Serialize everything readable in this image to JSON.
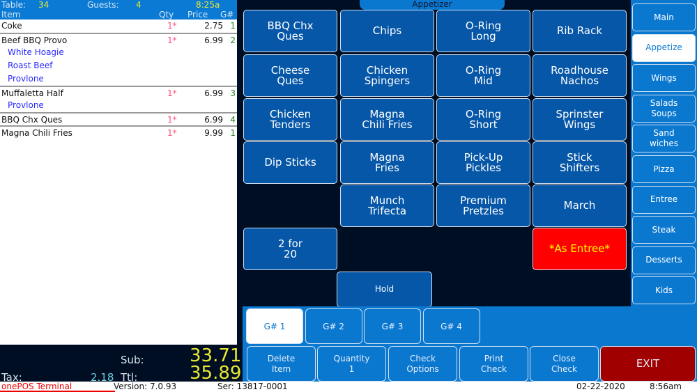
{
  "header": {
    "table_label": "Table:",
    "table": "34",
    "guests_label": "Guests:",
    "guests": "4",
    "time": "8:25a",
    "col_item": "Item",
    "col_qty": "Qty",
    "col_price": "Price",
    "col_g": "G#"
  },
  "items": [
    {
      "name": "Coke",
      "qty": "1*",
      "price": "2.75",
      "g": "1",
      "mods": []
    },
    {
      "name": "Beef BBQ Provo",
      "qty": "1*",
      "price": "6.99",
      "g": "2",
      "mods": [
        "White Hoagie",
        "Roast Beef",
        "Provlone"
      ]
    },
    {
      "name": "Muffaletta Half",
      "qty": "1*",
      "price": "6.99",
      "g": "3",
      "mods": [
        "Provlone"
      ]
    },
    {
      "name": "BBQ Chx Ques",
      "qty": "1*",
      "price": "6.99",
      "g": "4",
      "mods": []
    },
    {
      "name": "Magna Chili Fries",
      "qty": "1*",
      "price": "9.99",
      "g": "1",
      "mods": []
    }
  ],
  "totals": {
    "sub_label": "Sub:",
    "sub": "33.71",
    "tax_label": "Tax:",
    "tax": "2.18",
    "ttl_label": "Ttl:",
    "ttl": "35.89"
  },
  "menu": {
    "title": "Appetizer",
    "buttons": [
      "BBQ Chx\nQues",
      "Chips",
      "O-Ring\nLong",
      "Rib Rack",
      "Cheese\nQues",
      "Chicken\nSpingers",
      "O-Ring\nMid",
      "Roadhouse\nNachos",
      "Chicken\nTenders",
      "Magna\nChili Fries",
      "O-Ring\nShort",
      "Sprinster\nWings",
      "Dip Sticks",
      "Magna\nFries",
      "Pick-Up\nPickles",
      "Stick\nShifters",
      "Munch\nTrifecta",
      "Premium\nPretzles",
      "March",
      "2 for\n20",
      "*As Entree*",
      "Hold"
    ]
  },
  "categories": [
    "Main",
    "Appetize",
    "Wings",
    "Salads\nSoups",
    "Sand\nwiches",
    "Pizza",
    "Entree",
    "Steak",
    "Desserts",
    "Kids"
  ],
  "guest_tabs": [
    "G# 1",
    "G# 2",
    "G# 3",
    "G# 4"
  ],
  "actions": [
    "Delete\nItem",
    "Quantity\n1",
    "Check\nOptions",
    "Print\nCheck",
    "Close\nCheck",
    "EXIT"
  ],
  "status": {
    "app": "onePOS Terminal",
    "version": "Version: 7.0.93",
    "serial": "Ser: 13817-0001",
    "date": "02-22-2020",
    "time": "8:56am"
  },
  "colors": {
    "entree": "#ff0000",
    "exit": "#a00000"
  }
}
